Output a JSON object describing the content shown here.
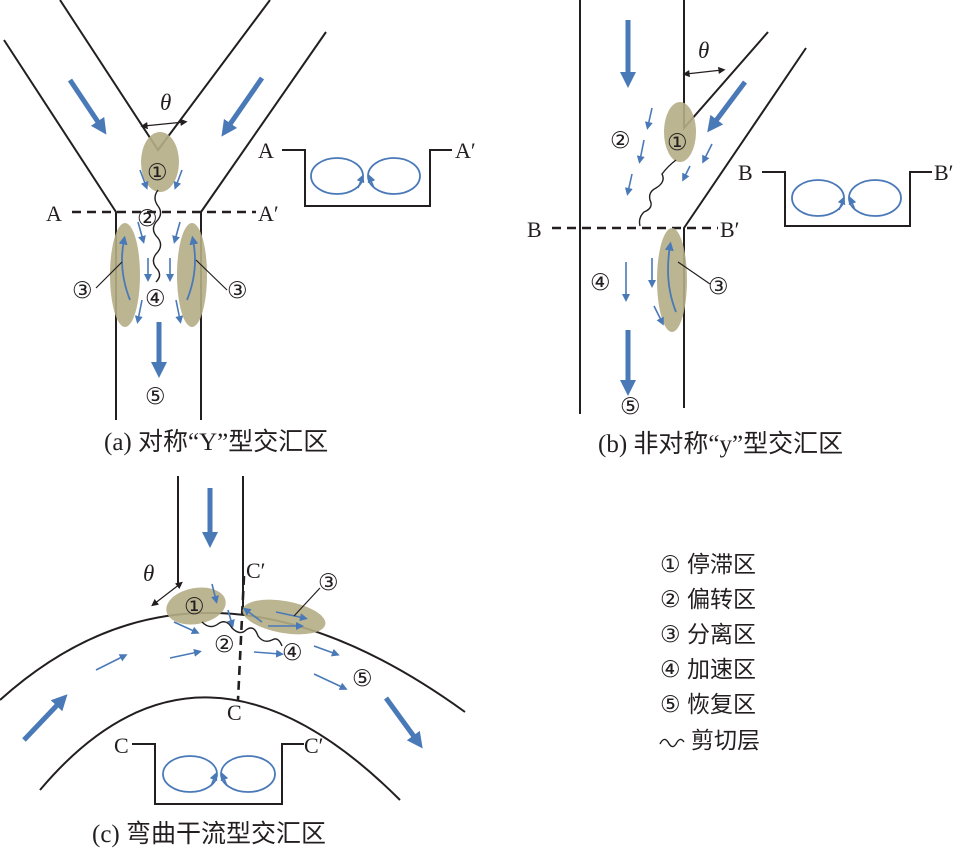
{
  "panel_a": {
    "caption": "(a) 对称“Y”型交汇区",
    "theta": "θ",
    "section_left": "A",
    "section_right": "A′",
    "xsec_left": "A",
    "xsec_right": "A′",
    "zones": [
      "①",
      "②",
      "③",
      "③",
      "④",
      "⑤"
    ]
  },
  "panel_b": {
    "caption": "(b) 非对称“y”型交汇区",
    "theta": "θ",
    "section_left": "B",
    "section_right": "B′",
    "xsec_left": "B",
    "xsec_right": "B′",
    "zones": [
      "①",
      "②",
      "③",
      "④",
      "⑤"
    ]
  },
  "panel_c": {
    "caption": "(c) 弯曲干流型交汇区",
    "theta": "θ",
    "section_top": "C′",
    "section_bottom": "C",
    "xsec_left": "C",
    "xsec_right": "C′",
    "zones": [
      "①",
      "②",
      "③",
      "④",
      "⑤"
    ]
  },
  "legend": {
    "items": [
      {
        "symbol": "①",
        "label": "停滞区"
      },
      {
        "symbol": "②",
        "label": "偏转区"
      },
      {
        "symbol": "③",
        "label": "分离区"
      },
      {
        "symbol": "④",
        "label": "加速区"
      },
      {
        "symbol": "⑤",
        "label": "恢复区"
      }
    ],
    "shear_label": "剪切层"
  },
  "colors": {
    "flow_arrow": "#4a79b8",
    "zone_fill": "#b5ad86",
    "line": "#231f20"
  }
}
